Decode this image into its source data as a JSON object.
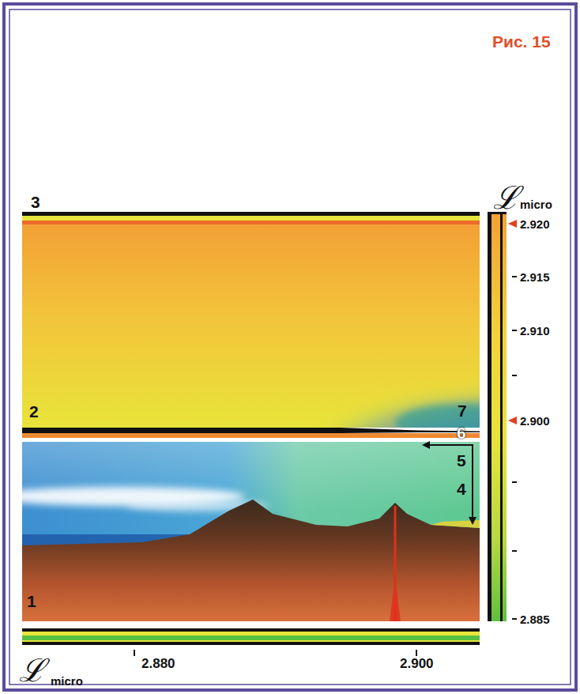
{
  "diagram": {
    "title": "Рис. 15",
    "labels": [
      "3",
      "2",
      "7",
      "6",
      "5",
      "4",
      "1",
      "ℒ",
      "micro",
      "2.920",
      "2.915",
      "2.910",
      "2.900",
      "2.885",
      "ℒ",
      "micro",
      "2.880",
      "2.900"
    ]
  }
}
